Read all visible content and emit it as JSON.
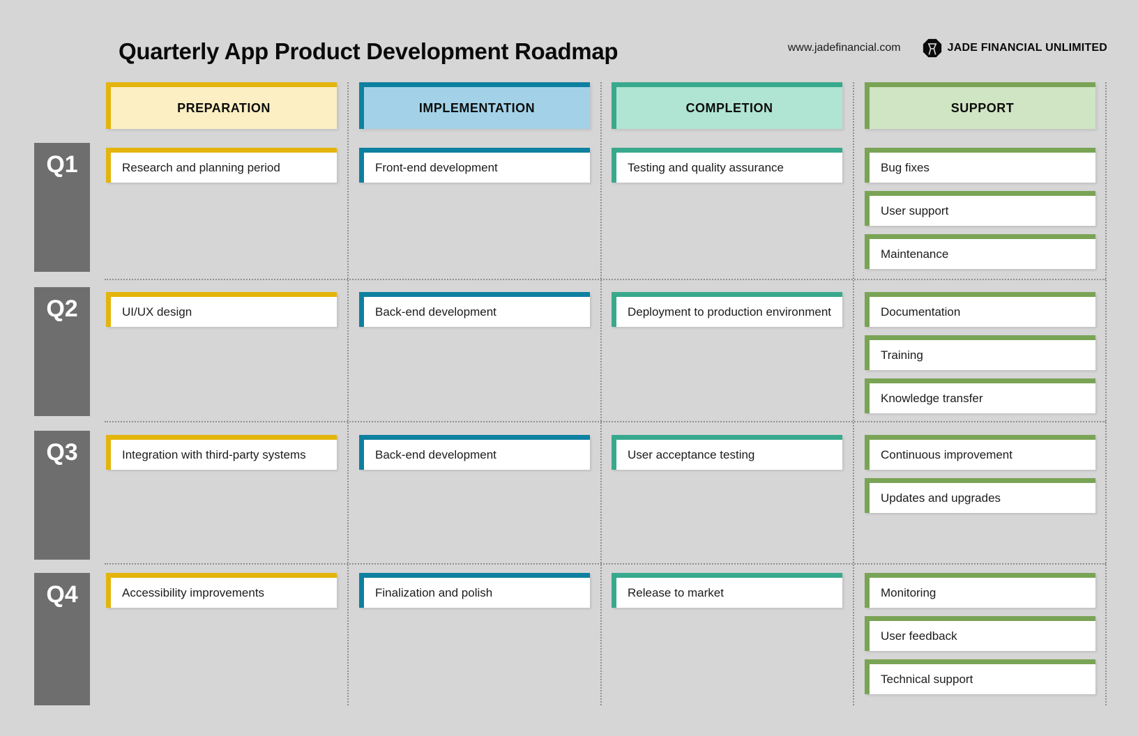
{
  "page": {
    "title": "Quarterly App Product Development Roadmap",
    "website": "www.jadefinancial.com",
    "brand": "JADE FINANCIAL UNLIMITED",
    "logo_icon": "gem-icon"
  },
  "colors": {
    "background": "#d6d6d6",
    "quarter_box": "#6e6e6e",
    "preparation_accent": "#e3b50c",
    "preparation_fill": "#fbefc3",
    "implementation_accent": "#0e80a0",
    "implementation_fill": "#a3d2e8",
    "completion_accent": "#38a98c",
    "completion_fill": "#afe5d2",
    "support_accent": "#7aa455",
    "support_fill": "#d0e5c3"
  },
  "columns": [
    {
      "label": "PREPARATION"
    },
    {
      "label": "IMPLEMENTATION"
    },
    {
      "label": "COMPLETION"
    },
    {
      "label": "SUPPORT"
    }
  ],
  "quarters": [
    {
      "label": "Q1",
      "preparation": [
        "Research and planning period"
      ],
      "implementation": [
        "Front-end development"
      ],
      "completion": [
        "Testing and quality assurance"
      ],
      "support": [
        "Bug fixes",
        "User support",
        "Maintenance"
      ]
    },
    {
      "label": "Q2",
      "preparation": [
        "UI/UX design"
      ],
      "implementation": [
        "Back-end development"
      ],
      "completion": [
        "Deployment to production environment"
      ],
      "support": [
        "Documentation",
        "Training",
        "Knowledge transfer"
      ]
    },
    {
      "label": "Q3",
      "preparation": [
        "Integration with third-party systems"
      ],
      "implementation": [
        "Back-end development"
      ],
      "completion": [
        "User acceptance testing"
      ],
      "support": [
        "Continuous improvement",
        "Updates and upgrades"
      ]
    },
    {
      "label": "Q4",
      "preparation": [
        "Accessibility improvements"
      ],
      "implementation": [
        "Finalization and polish"
      ],
      "completion": [
        "Release to market"
      ],
      "support": [
        "Monitoring",
        "User feedback",
        "Technical support"
      ]
    }
  ]
}
